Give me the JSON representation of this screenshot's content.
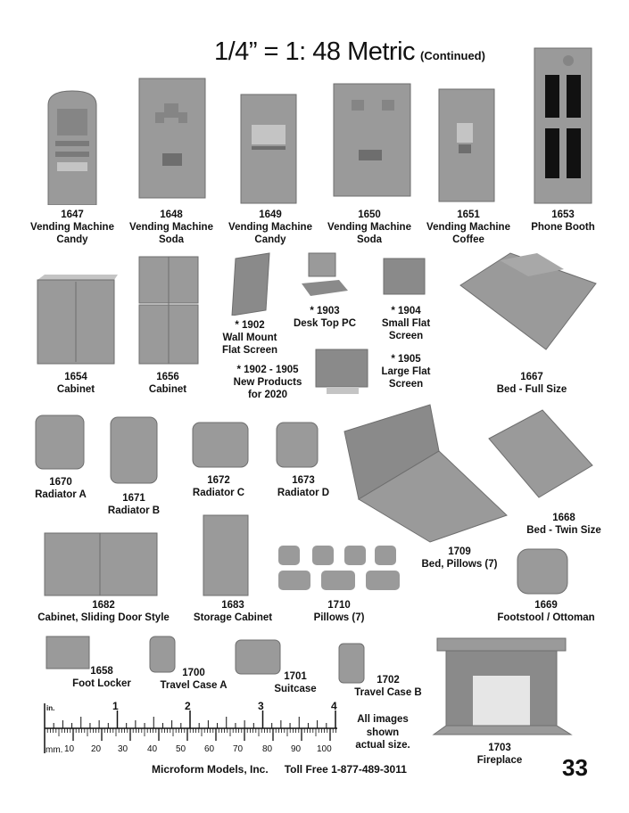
{
  "header": {
    "title": "1/4” = 1: 48 Metric",
    "subtitle": "(Continued)"
  },
  "products": [
    {
      "key": "1647",
      "lines": [
        "1647",
        "Vending Machine",
        "Candy"
      ]
    },
    {
      "key": "1648",
      "lines": [
        "1648",
        "Vending Machine",
        "Soda"
      ]
    },
    {
      "key": "1649",
      "lines": [
        "1649",
        "Vending Machine",
        "Candy"
      ]
    },
    {
      "key": "1650",
      "lines": [
        "1650",
        "Vending Machine",
        "Soda"
      ]
    },
    {
      "key": "1651",
      "lines": [
        "1651",
        "Vending Machine",
        "Coffee"
      ]
    },
    {
      "key": "1653",
      "lines": [
        "1653",
        "Phone Booth"
      ]
    },
    {
      "key": "1654",
      "lines": [
        "1654",
        "Cabinet"
      ]
    },
    {
      "key": "1656",
      "lines": [
        "1656",
        "Cabinet"
      ]
    },
    {
      "key": "1902",
      "lines": [
        "* 1902",
        "Wall Mount",
        "Flat Screen"
      ]
    },
    {
      "key": "1903",
      "lines": [
        "* 1903",
        "Desk Top PC"
      ]
    },
    {
      "key": "1904",
      "lines": [
        "* 1904",
        "Small Flat",
        "Screen"
      ]
    },
    {
      "key": "new",
      "lines": [
        "* 1902 - 1905",
        "New Products",
        "for 2020"
      ]
    },
    {
      "key": "1905",
      "lines": [
        "* 1905",
        "Large Flat",
        "Screen"
      ]
    },
    {
      "key": "1667",
      "lines": [
        "1667",
        "Bed - Full Size"
      ]
    },
    {
      "key": "1670",
      "lines": [
        "1670",
        "Radiator A"
      ]
    },
    {
      "key": "1671",
      "lines": [
        "1671",
        "Radiator B"
      ]
    },
    {
      "key": "1672",
      "lines": [
        "1672",
        "Radiator C"
      ]
    },
    {
      "key": "1673",
      "lines": [
        "1673",
        "Radiator D"
      ]
    },
    {
      "key": "1668",
      "lines": [
        "1668",
        "Bed - Twin Size"
      ]
    },
    {
      "key": "1709",
      "lines": [
        "1709",
        "Bed, Pillows (7)"
      ]
    },
    {
      "key": "1682",
      "lines": [
        "1682",
        "Cabinet, Sliding Door Style"
      ]
    },
    {
      "key": "1683",
      "lines": [
        "1683",
        "Storage Cabinet"
      ]
    },
    {
      "key": "1710",
      "lines": [
        "1710",
        "Pillows (7)"
      ]
    },
    {
      "key": "1669",
      "lines": [
        "1669",
        "Footstool / Ottoman"
      ]
    },
    {
      "key": "1658",
      "lines": [
        "1658",
        "Foot Locker"
      ]
    },
    {
      "key": "1700",
      "lines": [
        "1700",
        "Travel Case A"
      ]
    },
    {
      "key": "1701",
      "lines": [
        "1701",
        "Suitcase"
      ]
    },
    {
      "key": "1702",
      "lines": [
        "1702",
        "Travel Case B"
      ]
    },
    {
      "key": "1703",
      "lines": [
        "1703",
        "Fireplace"
      ]
    }
  ],
  "ruler": {
    "unit_in": "in.",
    "unit_mm": "mm.",
    "inch_labels": [
      "1",
      "2",
      "3",
      "4"
    ],
    "mm_labels": [
      "10",
      "20",
      "30",
      "40",
      "50",
      "60",
      "70",
      "80",
      "90",
      "100"
    ]
  },
  "note": [
    "All images",
    "shown",
    "actual size."
  ],
  "footer": {
    "company": "Microform Models, Inc.",
    "phone": "Toll Free 1-877-489-3011"
  },
  "page_number": "33",
  "colors": {
    "model_gray": "#9a9a9a",
    "model_dark": "#6e6e6e",
    "model_light": "#c4c4c4"
  }
}
